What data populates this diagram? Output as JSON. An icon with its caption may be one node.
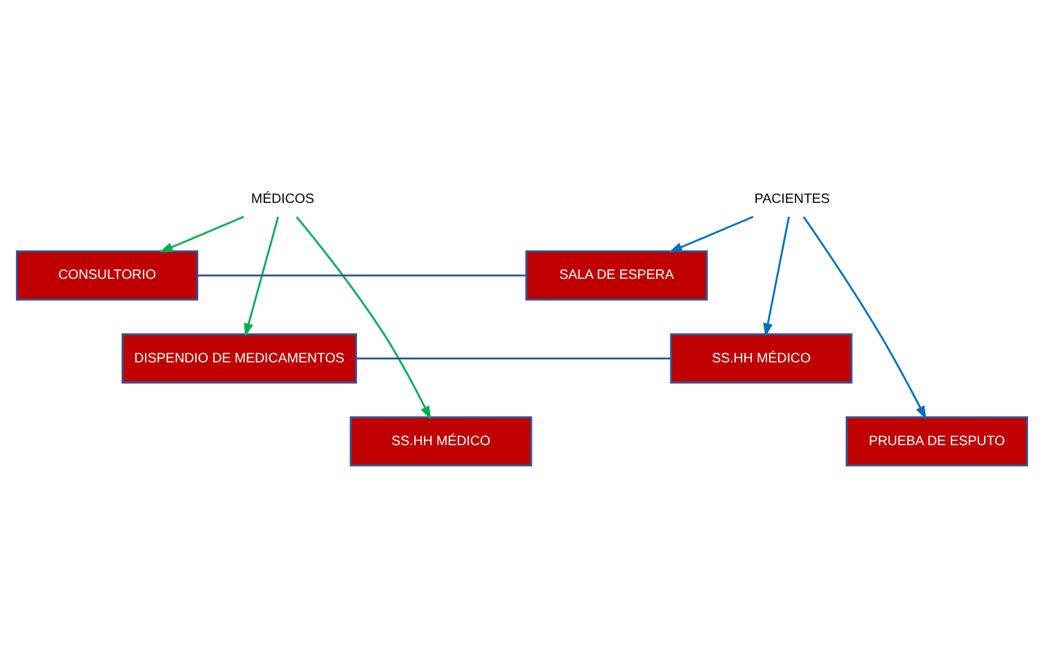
{
  "diagram": {
    "nodes": [
      {
        "text": [
          "MÉDICOS"
        ]
      },
      {
        "text": [
          "PACIENTES"
        ]
      },
      {
        "text": [
          "CONSULTORIO"
        ]
      },
      {
        "text": [
          "SALA DE ESPERA"
        ]
      },
      {
        "text": [
          "DISPENDIO DE MEDICAMENTOS"
        ]
      },
      {
        "text": [
          "SS.HH MÉDICO"
        ]
      },
      {
        "text": [
          "PRUEBA DE ESPUTO"
        ]
      },
      {
        "text": [
          "SS.HH MÉDICO"
        ]
      }
    ],
    "edges": [
      {
        "from": 0,
        "to": 2,
        "arrow": "to",
        "color": "#00b050"
      },
      {
        "from": 0,
        "to": 4,
        "arrow": "to",
        "color": "#00b050"
      },
      {
        "from": 0,
        "to": 7,
        "arrow": "to",
        "color": "#00b050"
      },
      {
        "from": 1,
        "to": 3,
        "arrow": "to",
        "color": "#0070c0"
      },
      {
        "from": 1,
        "to": 5,
        "arrow": "to",
        "color": "#0070c0"
      },
      {
        "from": 1,
        "to": 6,
        "arrow": "to",
        "color": "#0070c0"
      },
      {
        "from": 2,
        "to": 3,
        "arrow": "none",
        "color": "#2f5597"
      },
      {
        "from": 4,
        "to": 5,
        "arrow": "none",
        "color": "#2f5597"
      }
    ]
  }
}
